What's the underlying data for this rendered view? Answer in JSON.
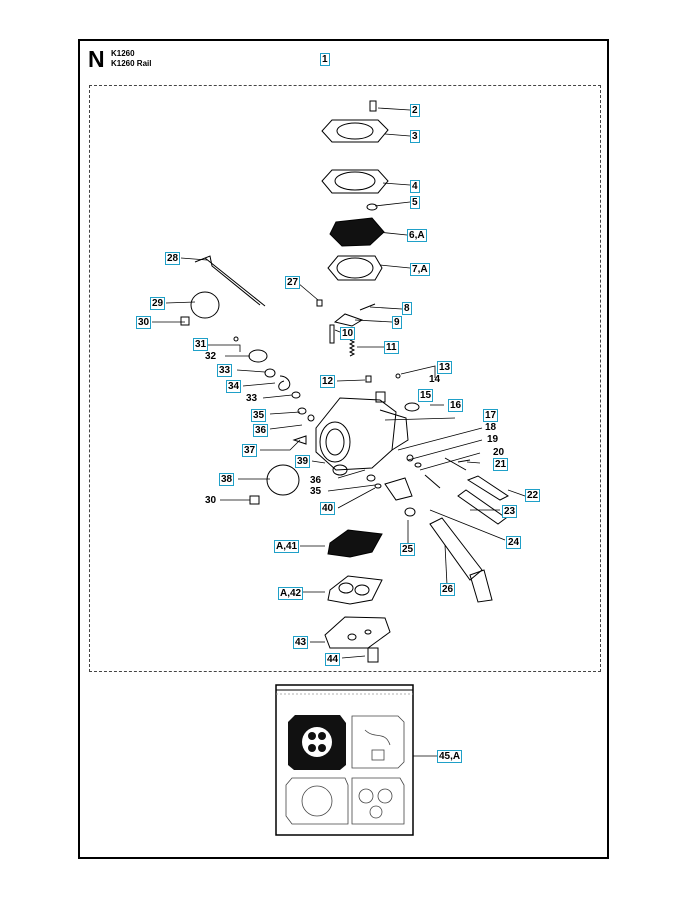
{
  "header": {
    "section_letter": "N",
    "models": [
      "K1260",
      "K1260 Rail"
    ],
    "main_callout": "1"
  },
  "callouts": [
    {
      "id": "c2",
      "text": "2",
      "boxed": true
    },
    {
      "id": "c3",
      "text": "3",
      "boxed": true
    },
    {
      "id": "c4",
      "text": "4",
      "boxed": true
    },
    {
      "id": "c5",
      "text": "5",
      "boxed": true
    },
    {
      "id": "c6",
      "text": "6",
      "suffix": ",A",
      "boxed": true
    },
    {
      "id": "c7",
      "text": "7",
      "suffix": ",A",
      "boxed": true
    },
    {
      "id": "c28",
      "text": "28",
      "boxed": true
    },
    {
      "id": "c27",
      "text": "27",
      "boxed": true
    },
    {
      "id": "c8",
      "text": "8",
      "boxed": true
    },
    {
      "id": "c29",
      "text": "29",
      "boxed": true
    },
    {
      "id": "c30a",
      "text": "30",
      "boxed": true
    },
    {
      "id": "c9",
      "text": "9",
      "boxed": true
    },
    {
      "id": "c10",
      "text": "10",
      "boxed": true
    },
    {
      "id": "c31",
      "text": "31",
      "boxed": true
    },
    {
      "id": "c11",
      "text": "11",
      "boxed": true
    },
    {
      "id": "c32",
      "text": "32",
      "boxed": false
    },
    {
      "id": "c13",
      "text": "13",
      "boxed": true
    },
    {
      "id": "c33a",
      "text": "33",
      "boxed": true
    },
    {
      "id": "c12",
      "text": "12",
      "boxed": true
    },
    {
      "id": "c14",
      "text": "14",
      "boxed": false
    },
    {
      "id": "c34",
      "text": "34",
      "boxed": true
    },
    {
      "id": "c15",
      "text": "15",
      "boxed": true
    },
    {
      "id": "c33b",
      "text": "33",
      "boxed": false
    },
    {
      "id": "c16",
      "text": "16",
      "boxed": true
    },
    {
      "id": "c35a",
      "text": "35",
      "boxed": true
    },
    {
      "id": "c17",
      "text": "17",
      "boxed": true
    },
    {
      "id": "c36a",
      "text": "36",
      "boxed": true
    },
    {
      "id": "c18",
      "text": "18",
      "boxed": false
    },
    {
      "id": "c37",
      "text": "37",
      "boxed": true
    },
    {
      "id": "c19",
      "text": "19",
      "boxed": false
    },
    {
      "id": "c20",
      "text": "20",
      "boxed": false
    },
    {
      "id": "c39",
      "text": "39",
      "boxed": true
    },
    {
      "id": "c21",
      "text": "21",
      "boxed": true
    },
    {
      "id": "c38",
      "text": "38",
      "boxed": true
    },
    {
      "id": "c36b",
      "text": "36",
      "boxed": false
    },
    {
      "id": "c22",
      "text": "22",
      "boxed": true
    },
    {
      "id": "c35b",
      "text": "35",
      "boxed": false
    },
    {
      "id": "c30b",
      "text": "30",
      "boxed": false
    },
    {
      "id": "c40",
      "text": "40",
      "boxed": true
    },
    {
      "id": "c23",
      "text": "23",
      "boxed": true
    },
    {
      "id": "c24",
      "text": "24",
      "boxed": true
    },
    {
      "id": "c41",
      "text": "41",
      "prefix": "A,",
      "boxed": true
    },
    {
      "id": "c25",
      "text": "25",
      "boxed": true
    },
    {
      "id": "c26",
      "text": "26",
      "boxed": true
    },
    {
      "id": "c42",
      "text": "42",
      "prefix": "A,",
      "boxed": true
    },
    {
      "id": "c43",
      "text": "43",
      "boxed": true
    },
    {
      "id": "c44",
      "text": "44",
      "boxed": true
    },
    {
      "id": "c45",
      "text": "45",
      "suffix": ",A",
      "boxed": true
    }
  ]
}
